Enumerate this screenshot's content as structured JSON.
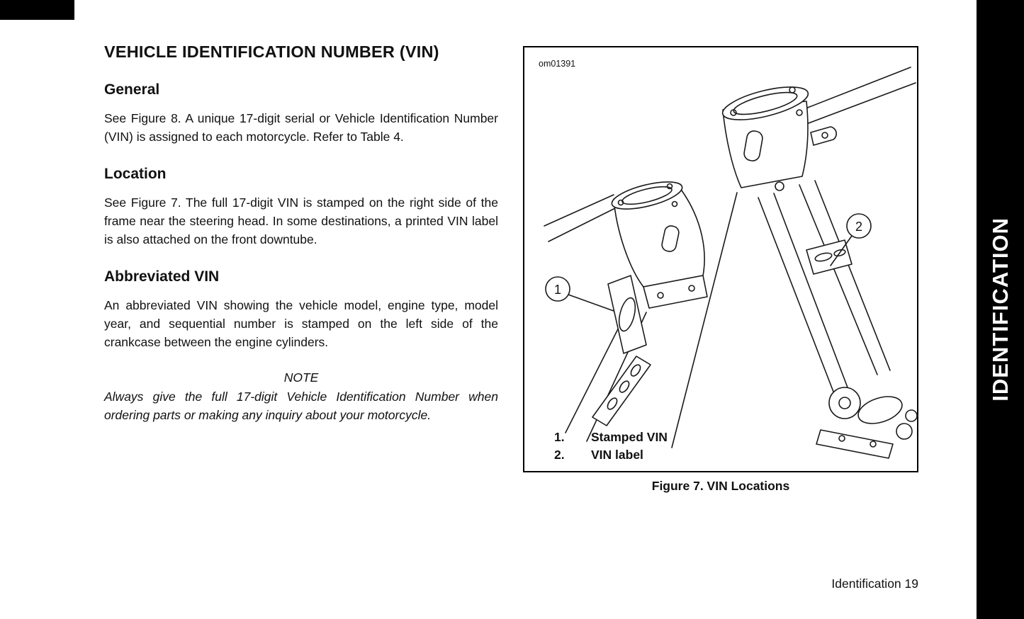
{
  "page": {
    "title": "VEHICLE IDENTIFICATION NUMBER (VIN)",
    "sections": [
      {
        "heading": "General",
        "body": "See Figure 8. A unique 17-digit serial or Vehicle Identification Number (VIN) is assigned to each motorcycle. Refer to Table 4."
      },
      {
        "heading": "Location",
        "body": "See Figure 7. The full 17-digit VIN is stamped on the right side of the frame near the steering head. In some destinations, a printed VIN label is also attached on the front downtube."
      },
      {
        "heading": "Abbreviated VIN",
        "body": "An abbreviated VIN showing the vehicle model, engine type, model year, and sequential number is stamped on the left side of the crankcase between the engine cylinders."
      }
    ],
    "note": {
      "label": "NOTE",
      "body": "Always give the full 17-digit Vehicle Identification Number when ordering parts or making any inquiry about your motorcycle."
    }
  },
  "figure": {
    "code": "om01391",
    "callouts": [
      "1",
      "2"
    ],
    "legend": [
      {
        "num": "1.",
        "label": "Stamped VIN"
      },
      {
        "num": "2.",
        "label": "VIN label"
      }
    ],
    "caption": "Figure 7. VIN Locations"
  },
  "sidebar": {
    "label": "IDENTIFICATION"
  },
  "footer": {
    "text": "Identification 19"
  },
  "colors": {
    "tab_background": "#000000",
    "tab_text": "#ffffff",
    "body_text": "#111111"
  }
}
